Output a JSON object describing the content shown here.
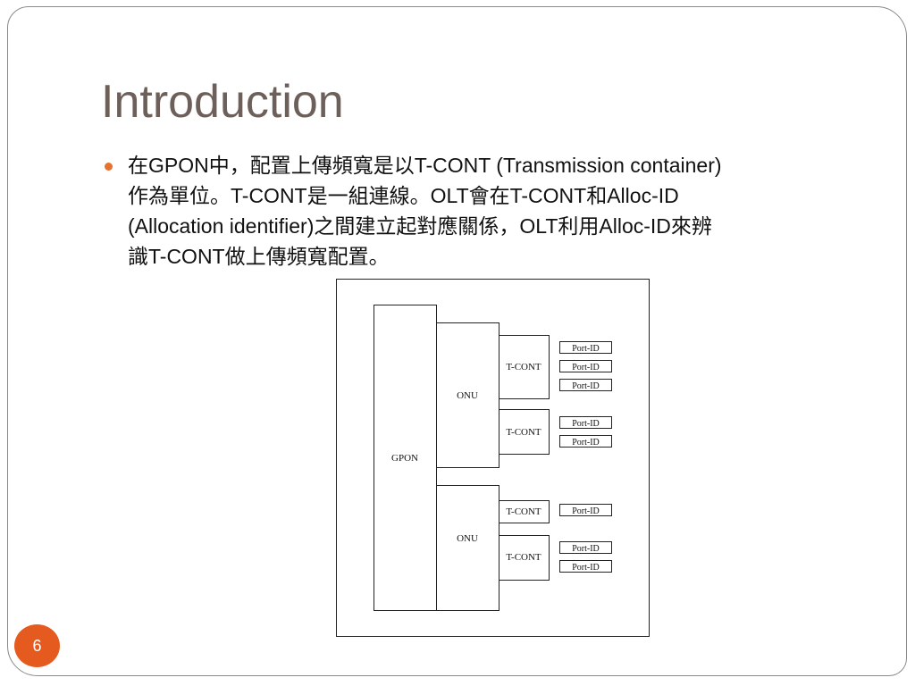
{
  "slide": {
    "title": "Introduction",
    "page_number": "6",
    "bullet": {
      "lines": [
        "在GPON中，配置上傳頻寬是以T-CONT (Transmission container)",
        "作為單位。T-CONT是一組連線。OLT會在T-CONT和Alloc-ID",
        "(Allocation identifier)之間建立起對應關係，OLT利用Alloc-ID來辨",
        "識T-CONT做上傳頻寬配置。"
      ]
    },
    "accent_color": "#e55b1f"
  },
  "diagram": {
    "gpon_label": "GPON",
    "onus": [
      {
        "label": "ONU",
        "tconts": [
          {
            "label": "T-CONT",
            "ports": [
              "Port-ID",
              "Port-ID",
              "Port-ID"
            ]
          },
          {
            "label": "T-CONT",
            "ports": [
              "Port-ID",
              "Port-ID"
            ]
          }
        ]
      },
      {
        "label": "ONU",
        "tconts": [
          {
            "label": "T-CONT",
            "ports": [
              "Port-ID"
            ]
          },
          {
            "label": "T-CONT",
            "ports": [
              "Port-ID",
              "Port-ID"
            ]
          }
        ]
      }
    ]
  }
}
